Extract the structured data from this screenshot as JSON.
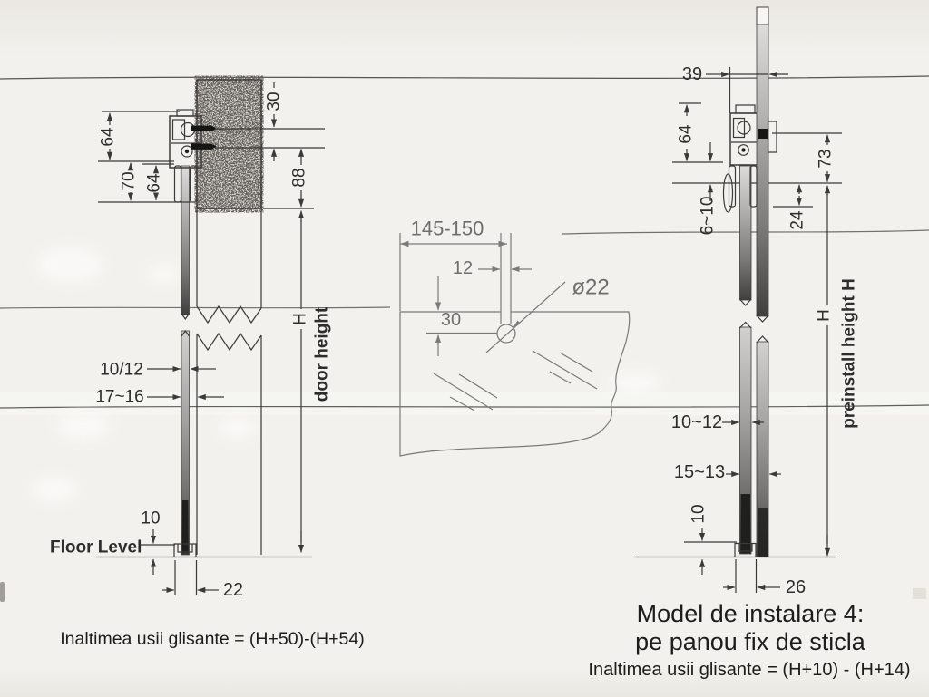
{
  "page": {
    "paper_color": "#f2f1ed",
    "ink_color": "#3b3a38",
    "gray_ink_color": "#7a7a78"
  },
  "left_diagram": {
    "dims": {
      "d64_track": "64",
      "d70": "70",
      "d64_clamp": "64",
      "d30": "30",
      "d88": "88",
      "h": "H",
      "door_height": "door height",
      "d10_12": "10/12",
      "d17_16": "17~16",
      "d10": "10",
      "floor_level": "Floor Level",
      "d22": "22"
    },
    "caption": "Inaltimea usii glisante = (H+50)-(H+54)"
  },
  "middle_diagram": {
    "dims": {
      "d145_150": "145-150",
      "d12": "12",
      "dia22": "ø22",
      "d30": "30"
    }
  },
  "right_diagram": {
    "dims": {
      "d39": "39",
      "d64": "64",
      "d6_10": "6~10",
      "d73": "73",
      "d24": "24",
      "h": "H",
      "preinstall": "preinstall height H",
      "d10_12": "10~12",
      "d15_13": "15~13",
      "d10": "10",
      "d26": "26"
    },
    "title_line1": "Model de instalare 4:",
    "title_line2": "pe panou fix de sticla",
    "caption": "Inaltimea usii glisante = (H+10) - (H+14)"
  }
}
